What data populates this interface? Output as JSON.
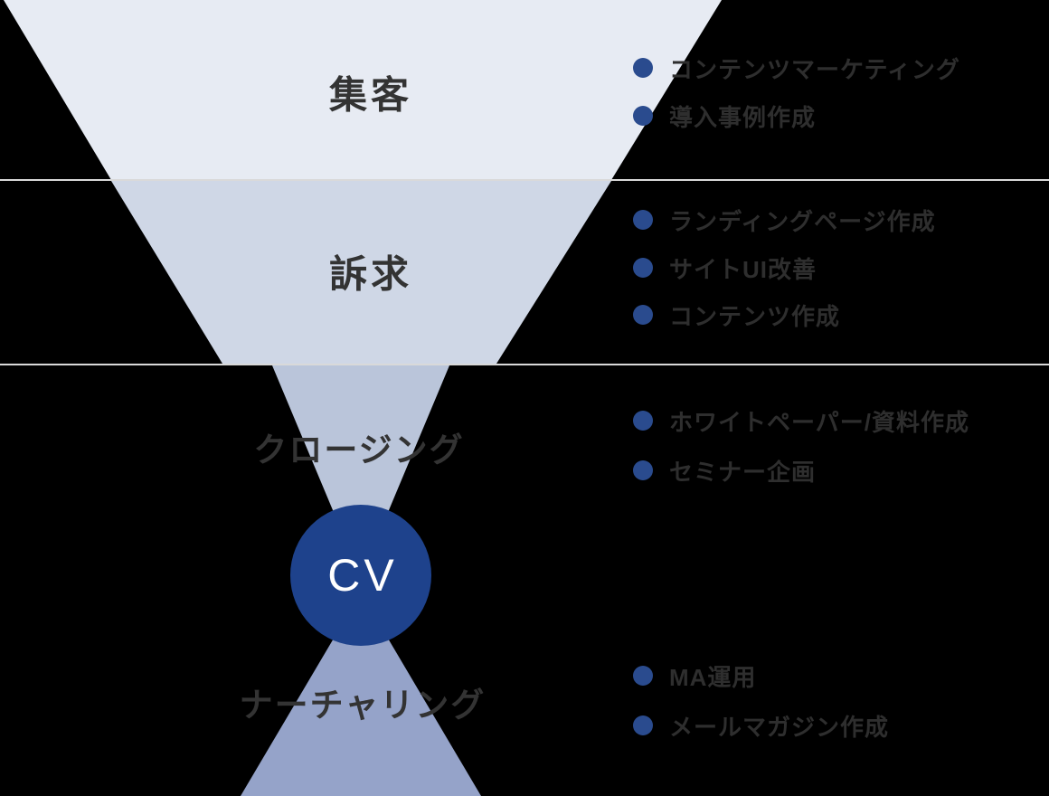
{
  "funnel": {
    "stages": [
      {
        "id": "attract",
        "label": "集客",
        "color": "#e7ebf3"
      },
      {
        "id": "appeal",
        "label": "訴求",
        "color": "#cfd7e6"
      },
      {
        "id": "closing",
        "label": "クロージング",
        "color": "#bac5da"
      },
      {
        "id": "nurturing",
        "label": "ナーチャリング",
        "color": "#95a3c9"
      }
    ],
    "cv": {
      "label": "CV",
      "color": "#1e428c",
      "text_color": "#ffffff"
    }
  },
  "task_lists": {
    "attract": {
      "items": [
        "コンテンツマーケティング",
        "導入事例作成"
      ]
    },
    "appeal": {
      "items": [
        "ランディングページ作成",
        "サイトUI改善",
        "コンテンツ作成"
      ]
    },
    "closing": {
      "items": [
        "ホワイトペーパー/資料作成",
        "セミナー企画"
      ]
    },
    "nurturing": {
      "items": [
        "MA運用",
        "メールマガジン作成"
      ]
    }
  },
  "styles": {
    "background": "#000000",
    "divider_color": "#d9d9d9",
    "bullet_color": "#2a4b8e",
    "stage_label_color": "#333333",
    "item_text_color": "#2e2e2e"
  }
}
